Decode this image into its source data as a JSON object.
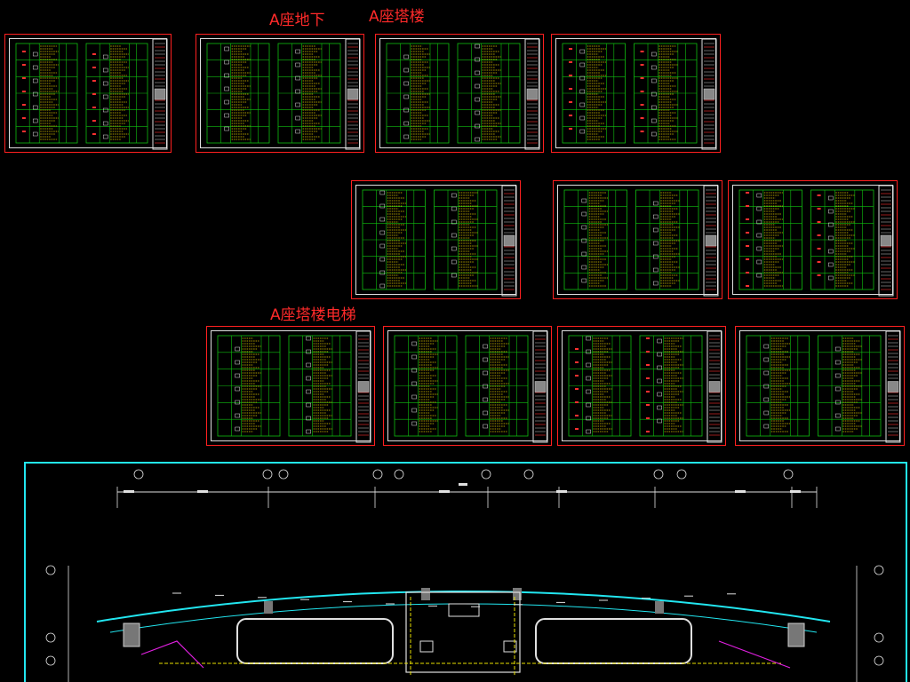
{
  "labels": {
    "basement": "A座地下",
    "tower": "A座塔楼",
    "tower_elevator": "A座塔楼电梯"
  },
  "colors": {
    "background": "#000000",
    "sheet_border": "#ff2020",
    "title_text": "#ff2a2a",
    "grid_line": "#10c010",
    "entries": "#e8d000",
    "plan_frame": "#22e6f0",
    "plan_walls": "#22e6f0",
    "magenta": "#e020e0",
    "yellow_dash": "#e8e000"
  }
}
